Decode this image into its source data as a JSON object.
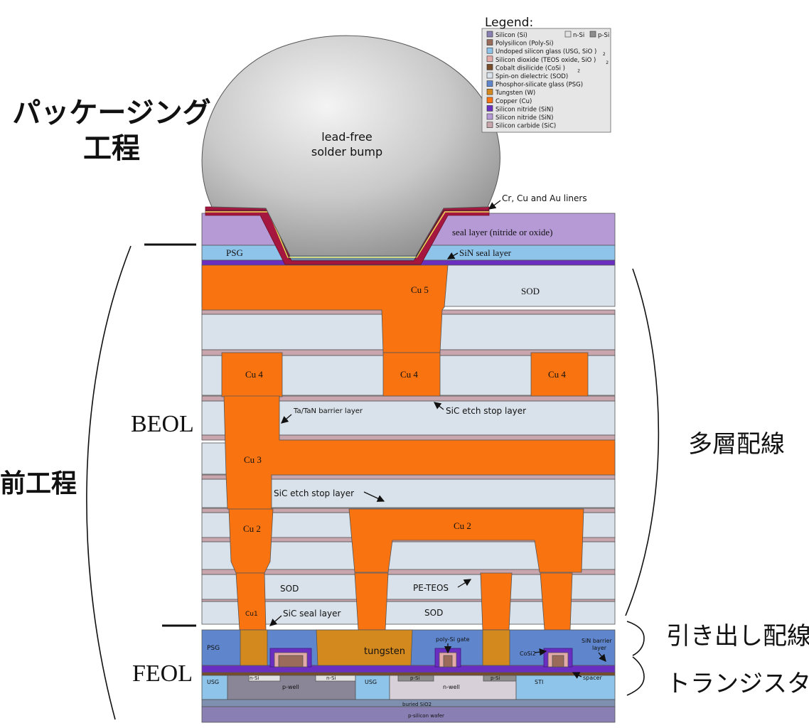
{
  "legend": {
    "title": "Legend:",
    "items": [
      {
        "label": "Silicon (Si)",
        "color": "#8a7fb3"
      },
      {
        "label": "Polysilicon (Poly-Si)",
        "color": "#9a6b5a"
      },
      {
        "label": "Undoped silicon glass (USG, SiO )",
        "sub": "2",
        "color": "#8ec3ea"
      },
      {
        "label": "Silicon dioxide (TEOS oxide, SiO )",
        "sub": "2",
        "color": "#e3aaa8"
      },
      {
        "label": "Cobalt disilicide (CoSi )",
        "sub": "2",
        "color": "#7a4d2a"
      },
      {
        "label": "Spin-on dielectric (SOD)",
        "color": "#d9e2ea"
      },
      {
        "label": "Phosphor-silicate glass (PSG)",
        "color": "#5f86cc"
      },
      {
        "label": "Tungsten (W)",
        "color": "#d4891f"
      },
      {
        "label": "Copper (Cu)",
        "color": "#f97311"
      },
      {
        "label": "Silicon nitride (SiN)",
        "color": "#6a2fc0"
      },
      {
        "label": "Silicon nitride (SiN)",
        "color": "#b59ad6"
      },
      {
        "label": "Silicon carbide (SiC)",
        "color": "#c9a6ad"
      }
    ],
    "nsi_label": "n-Si",
    "psi_label": "p-Si",
    "nsi_color": "#e2e2e2",
    "psi_color": "#8d8d8d"
  },
  "headings": {
    "packaging_line1": "パッケージング",
    "packaging_line2": "工程",
    "front_end": "前工程",
    "beol": "BEOL",
    "feol": "FEOL",
    "multilayer": "多層配線",
    "local": "引き出し配線",
    "transistor": "トランジスタ"
  },
  "bump": {
    "line1": "lead-free",
    "line2": "solder bump",
    "liners": "Cr, Cu and Au liners"
  },
  "labels": {
    "seal_layer": "seal layer (nitride or oxide)",
    "psg": "PSG",
    "sin_seal": "SiN seal layer",
    "cu5": "Cu 5",
    "sod_top": "SOD",
    "cu4_a": "Cu 4",
    "cu4_b": "Cu 4",
    "cu4_c": "Cu 4",
    "barrier": "Ta/TaN barrier layer",
    "sic_etch1": "SiC etch stop layer",
    "cu3": "Cu 3",
    "sic_etch2": "SiC etch stop layer",
    "cu2_a": "Cu 2",
    "cu2_b": "Cu 2",
    "sod_mid": "SOD",
    "pe_teos": "PE-TEOS",
    "cu1": "Cu1",
    "sic_seal": "SiC seal layer",
    "sod_low": "SOD",
    "psg_low": "PSG",
    "tungsten": "tungsten",
    "poly_gate": "poly-Si gate",
    "sin_barrier": "SiN barrier layer",
    "cosi2": "CoSi2",
    "usg_a": "USG",
    "nsi_a": "n-Si",
    "nsi_b": "n-Si",
    "pwell": "p-well",
    "usg_b": "USG",
    "psi_a": "p-Si",
    "psi_b": "p-Si",
    "nwell": "n-well",
    "sti": "STI",
    "spacer": "spacer",
    "buried": "buried SiO2",
    "wafer": "p-silicon wafer"
  },
  "colors": {
    "cu": "#f97311",
    "sod": "#d9e2ea",
    "sic": "#c9a6ad",
    "psg": "#5f86cc",
    "usg": "#8ec3ea",
    "tungsten": "#d4891f",
    "sin": "#6a2fc0",
    "seal": "#b59ad6",
    "si": "#8a7fb3",
    "poly": "#9a6b5a",
    "cosi": "#7a4d2a",
    "crimson": "#a5173f",
    "bump": "#c2c2c2"
  }
}
